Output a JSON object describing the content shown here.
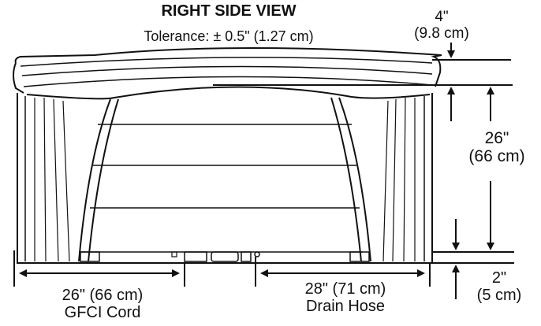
{
  "title": "RIGHT SIDE VIEW",
  "tolerance": "Tolerance: ± 0.5\" (1.27 cm)",
  "dimensions": {
    "top_cover": {
      "value": "4\"",
      "metric": "(9.8 cm)"
    },
    "height": {
      "value": "26\"",
      "metric": "(66 cm)"
    },
    "base": {
      "value": "2\"",
      "metric": "(5 cm)"
    },
    "gfci": {
      "value": "26\" (66 cm)",
      "label": "GFCI Cord"
    },
    "drain": {
      "value": "28\" (71 cm)",
      "label": "Drain Hose"
    }
  },
  "colors": {
    "line": "#111111",
    "background": "#ffffff"
  }
}
